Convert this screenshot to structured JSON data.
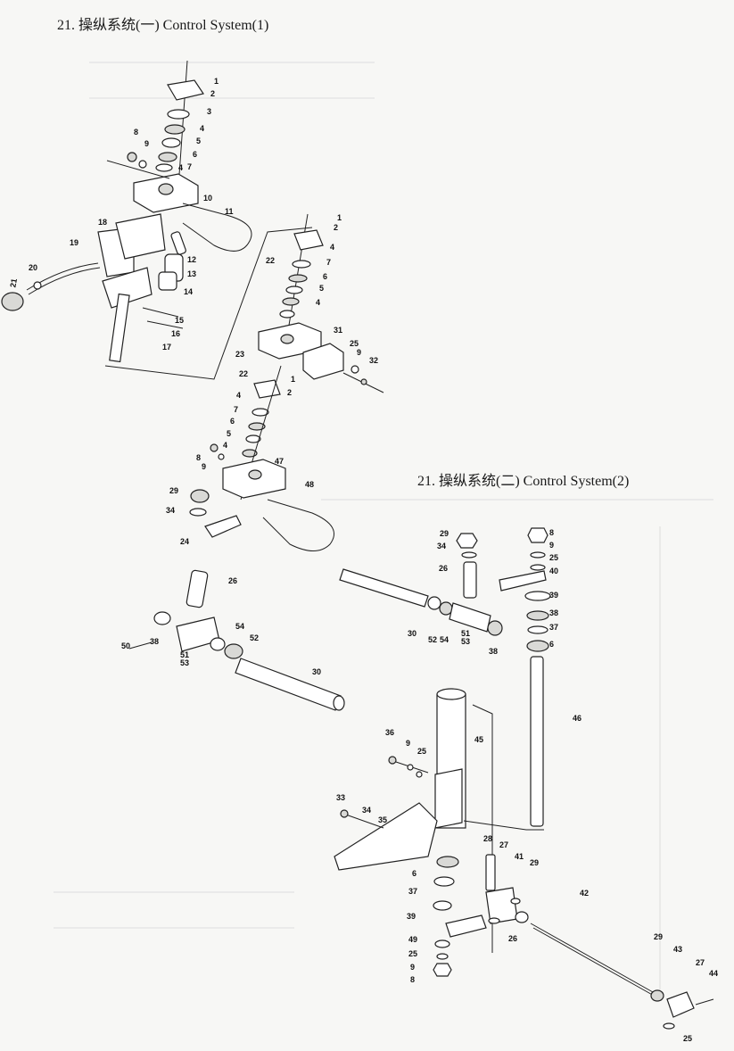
{
  "titles": {
    "system1": "21. 操纵系统(一)  Control System(1)",
    "system2": "21. 操纵系统(二) Control System(2)"
  },
  "labels": {
    "p1": "1",
    "p2": "2",
    "p3": "3",
    "p4": "4",
    "p5": "5",
    "p6": "6",
    "p7": "7",
    "p8": "8",
    "p9": "9",
    "p10": "10",
    "p11": "11",
    "p12": "12",
    "p13": "13",
    "p14": "14",
    "p15": "15",
    "p16": "16",
    "p17": "17",
    "p18": "18",
    "p19": "19",
    "p20": "20",
    "p21": "21",
    "p22": "22",
    "p23": "23",
    "p24": "24",
    "p25": "25",
    "p26": "26",
    "p27": "27",
    "p28": "28",
    "p29": "29",
    "p30": "30",
    "p31": "31",
    "p32": "32",
    "p33": "33",
    "p34": "34",
    "p35": "35",
    "p36": "36",
    "p37": "37",
    "p38": "38",
    "p39": "39",
    "p40": "40",
    "p41": "41",
    "p42": "42",
    "p43": "43",
    "p44": "44",
    "p45": "45",
    "p46": "46",
    "p47": "47",
    "p48": "48",
    "p49": "49",
    "p50": "50",
    "p51_53": "51\n53",
    "p52": "52",
    "p54": "54"
  }
}
